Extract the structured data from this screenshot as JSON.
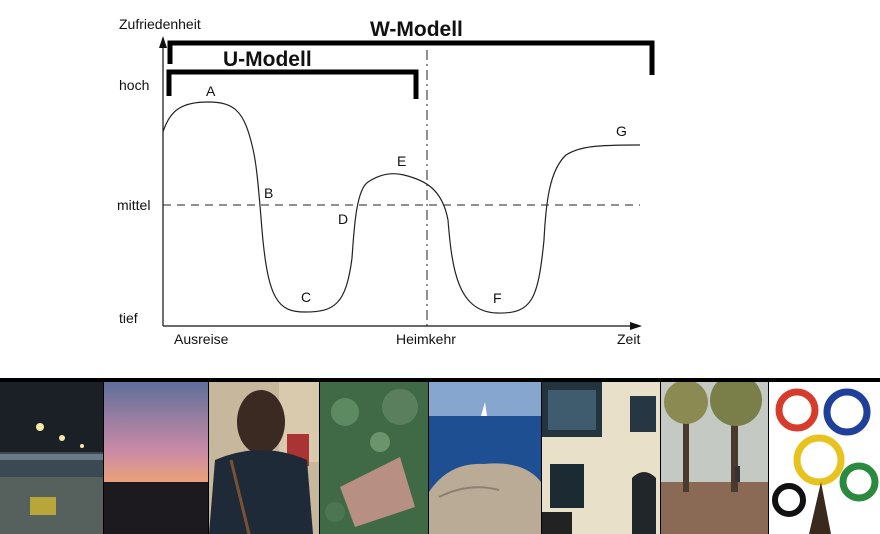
{
  "axes": {
    "y_title": "Zufriedenheit",
    "x_title": "Zeit",
    "y_levels": [
      "hoch",
      "mittel",
      "tief"
    ],
    "x_marks": [
      "Ausreise",
      "Heimkehr"
    ]
  },
  "models": {
    "w": "W-Modell",
    "u": "U-Modell"
  },
  "points": [
    "A",
    "B",
    "C",
    "D",
    "E",
    "F",
    "G"
  ],
  "photos": [
    "airport-night-photo",
    "sunset-sky-photo",
    "woman-back-photo",
    "aerial-island-photo",
    "sea-rock-sailboat-photo",
    "building-balcony-photo",
    "autumn-park-photo",
    "colorful-painting-photo"
  ]
}
